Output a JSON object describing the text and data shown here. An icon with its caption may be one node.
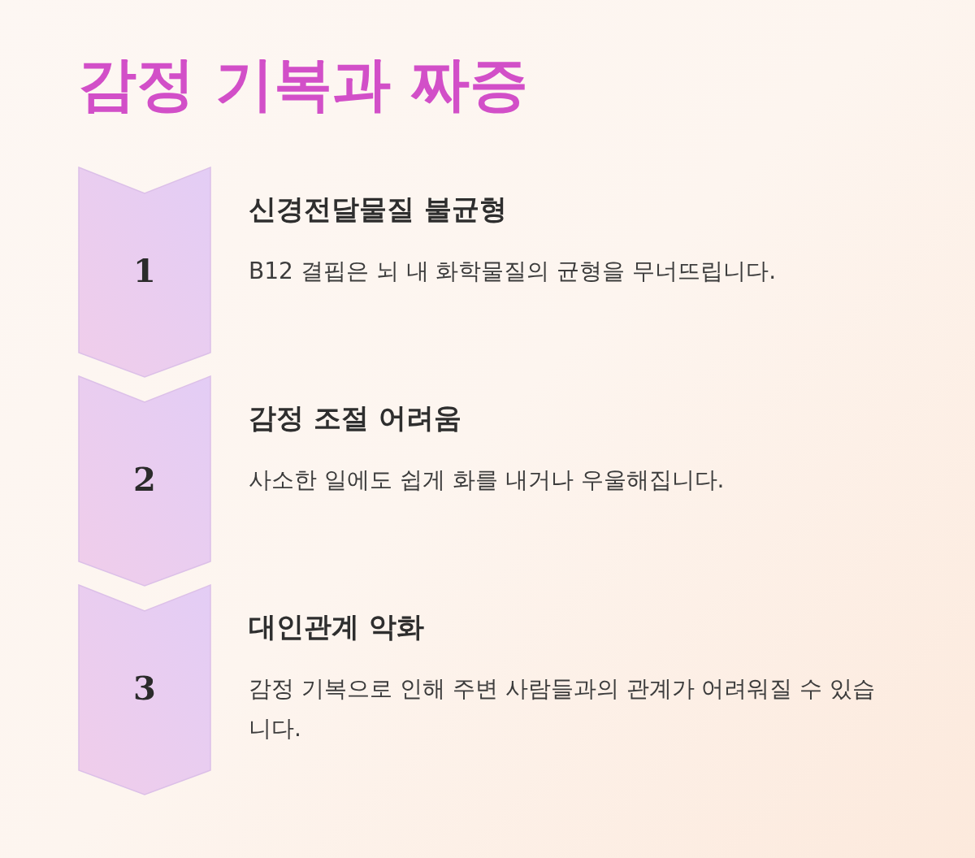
{
  "diagram": {
    "title": "감정 기복과 짜증",
    "nodes": [
      {
        "text": [
          "1"
        ],
        "beside": [
          "신경전달물질 불균형",
          "B12 결핍은 뇌 내 화학물질의 균형을 무너뜨립니다."
        ]
      },
      {
        "text": [
          "2"
        ],
        "beside": [
          "감정 조절 어려움",
          "사소한 일에도 쉽게 화를 내거나 우울해집니다."
        ]
      },
      {
        "text": [
          "3"
        ],
        "beside": [
          "대인관계 악화",
          "감정 기복으로 인해 주변 사람들과의 관계가 어려워질 수 있습니다."
        ]
      }
    ],
    "edges": []
  }
}
